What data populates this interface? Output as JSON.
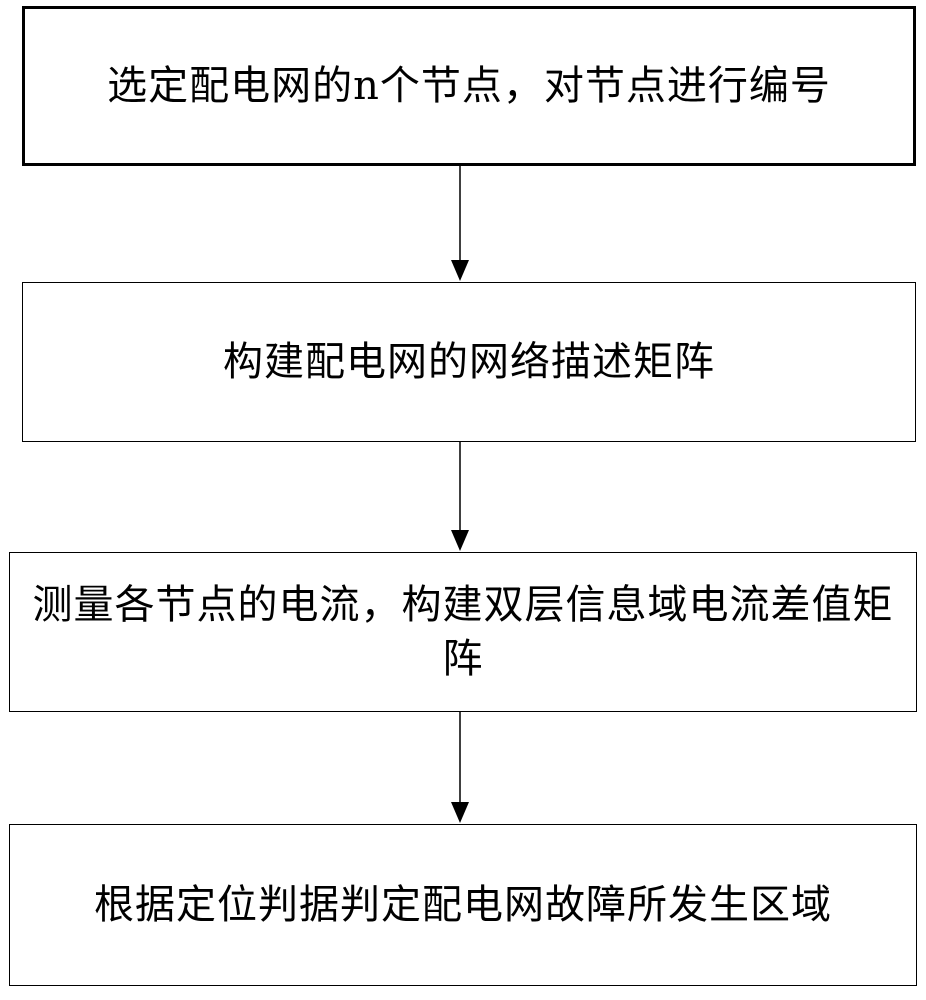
{
  "flowchart": {
    "steps": [
      {
        "label": "选定配电网的n个节点，对节点进行编号"
      },
      {
        "label": "构建配电网的网络描述矩阵"
      },
      {
        "label": "测量各节点的电流，构建双层信息域电流差值矩阵"
      },
      {
        "label": "根据定位判据判定配电网故障所发生区域"
      }
    ]
  },
  "colors": {
    "stroke": "#000000",
    "background": "#ffffff"
  }
}
